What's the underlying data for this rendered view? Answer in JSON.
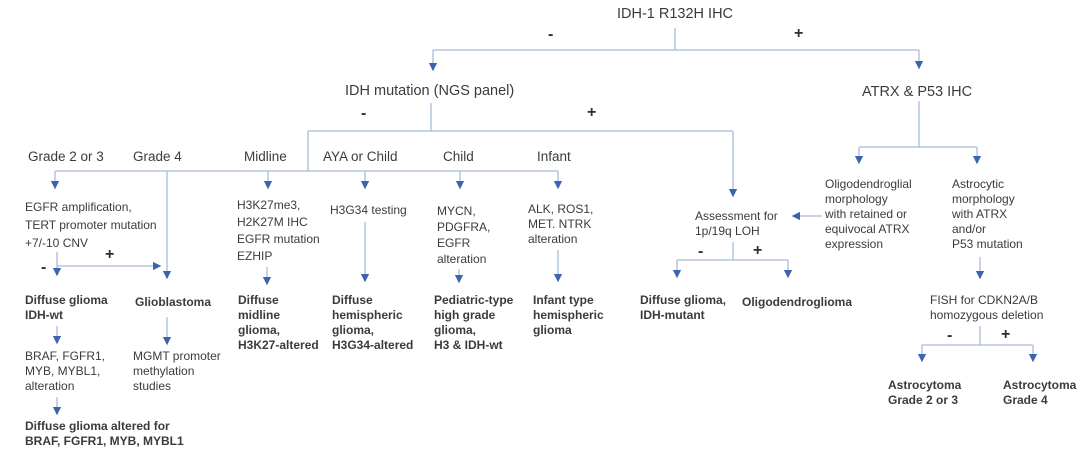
{
  "colors": {
    "line": "#a9bbdc",
    "arrow": "#3c63ad",
    "text": "#3b3b3b"
  },
  "root": {
    "title": "IDH-1 R132H IHC",
    "neg": "-",
    "pos": "+"
  },
  "ngs": {
    "title": "IDH mutation (NGS panel)",
    "neg": "-",
    "pos": "+"
  },
  "categories": {
    "grade23": "Grade 2 or 3",
    "grade4": "Grade 4",
    "midline": "Midline",
    "aya": "AYA or Child",
    "child": "Child",
    "infant": "Infant"
  },
  "tests": {
    "egfr": "EGFR amplification,\nTERT promoter mutation\n+7/-10 CNV",
    "egfr_neg": "-",
    "egfr_pos": "+",
    "h3k27": "H3K27me3,\nH2K27M IHC\nEGFR mutation\nEZHIP",
    "h3g34": "H3G34 testing",
    "mycn": "MYCN,\nPDGFRA,\nEGFR\nalteration",
    "alk": "ALK, ROS1,\nMET. NTRK\nalteration"
  },
  "followups": {
    "braf": "BRAF, FGFR1,\nMYB, MYBL1,\nalteration",
    "mgmt": "MGMT promoter\nmethylation\nstudies",
    "assessment": "Assessment for\n1p/19q LOH",
    "assessment_neg": "-",
    "assessment_pos": "+",
    "atrx_p53": "ATRX & P53 IHC",
    "oligo_morph": "Oligodendroglial\nmorphology\nwith retained or\nequivocal ATRX\nexpression",
    "astro_morph": "Astrocytic\nmorphology\nwith ATRX\nand/or\nP53 mutation",
    "fish": "FISH for CDKN2A/B\nhomozygous deletion",
    "fish_neg": "-",
    "fish_pos": "+"
  },
  "results": {
    "diffuse_idhwt": "Diffuse glioma\nIDH-wt",
    "glioblastoma": "Glioblastoma",
    "diffuse_midline": "Diffuse\nmidline\nglioma,\nH3K27-altered",
    "diffuse_hemispheric": "Diffuse\nhemispheric\nglioma,\nH3G34-altered",
    "pediatric_hgg": "Pediatric-type\nhigh grade\nglioma,\nH3 & IDH-wt",
    "infant_hemispheric": "Infant type\nhemispheric\nglioma",
    "final_left": "Diffuse glioma altered for\nBRAF, FGFR1, MYB, MYBL1",
    "diffuse_idhmut": "Diffuse glioma,\nIDH-mutant",
    "oligodendroglioma": "Oligodendroglioma",
    "astro23": "Astrocytoma\nGrade 2 or 3",
    "astro4": "Astrocytoma\nGrade 4"
  }
}
